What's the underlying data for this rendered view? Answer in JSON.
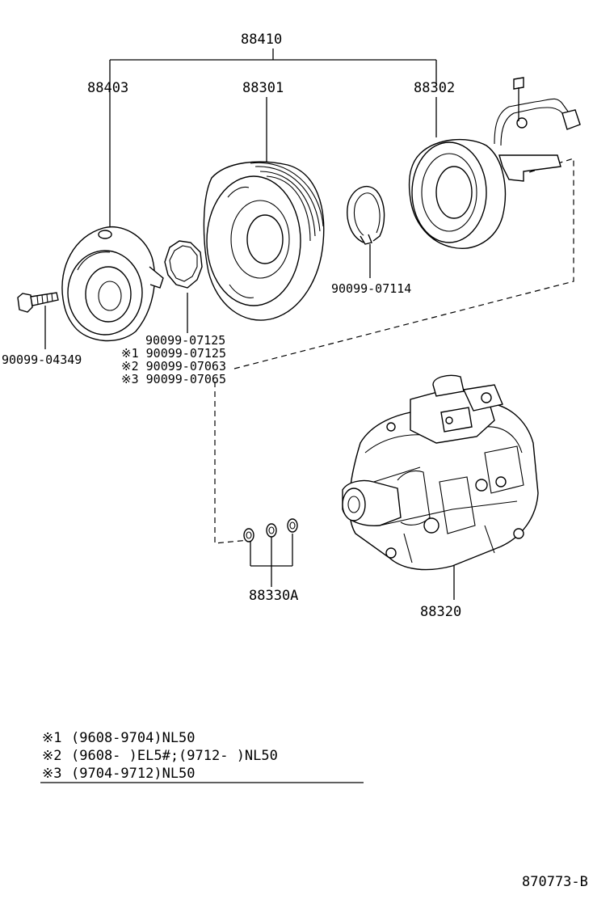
{
  "labels": {
    "assembly": "88410",
    "hub": "88403",
    "pulley": "88301",
    "field_coil": "88302",
    "snap_ring": "90099-07114",
    "bolt": "90099-04349",
    "shim_main": "90099-07125",
    "shim_alt1": "※1 90099-07125",
    "shim_alt2": "※2 90099-07063",
    "shim_alt3": "※3 90099-07065",
    "orings": "88330A",
    "compressor": "88320"
  },
  "footnotes": {
    "n1_mark": "※1",
    "n1_text": "(9608-9704)NL50",
    "n2_mark": "※2",
    "n2_text": "(9608-     )EL5#;(9712-     )NL50",
    "n3_mark": "※3",
    "n3_text": "(9704-9712)NL50"
  },
  "diagram_code": "870773-B"
}
